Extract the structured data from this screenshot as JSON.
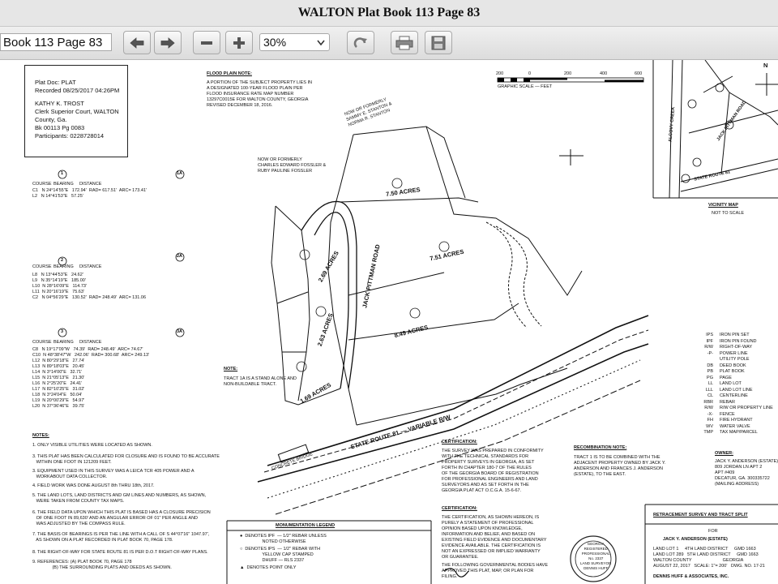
{
  "window": {
    "title": "WALTON Plat Book 113 Page 83"
  },
  "toolbar": {
    "doc_name": "Book 113 Page 83",
    "zoom": "30%",
    "buttons": [
      {
        "name": "previous-page-button",
        "icon": "arrow-left-icon"
      },
      {
        "name": "next-page-button",
        "icon": "arrow-right-icon"
      },
      {
        "name": "zoom-out-button",
        "icon": "minus-icon"
      },
      {
        "name": "zoom-in-button",
        "icon": "plus-icon"
      },
      {
        "name": "rotate-button",
        "icon": "rotate-icon"
      },
      {
        "name": "print-button",
        "icon": "printer-icon"
      },
      {
        "name": "save-button",
        "icon": "floppy-icon"
      }
    ]
  },
  "plat": {
    "header_box": {
      "line1": "Plat Doc: PLAT",
      "line2": "Recorded 08/25/2017 04:26PM",
      "line3": "KATHY K. TROST",
      "line4": "Clerk Superior Court, WALTON",
      "line5": "County, Ga.",
      "line6": "Bk 00113 Pg 0083",
      "line7": "Participants: 0228728014"
    },
    "flood_plain": {
      "title": "FLOOD PLAIN NOTE:",
      "text": "A PORTION OF THE SUBJECT PROPERTY LIES IN\nA DESIGNATED 100-YEAR FLOOD PLAIN PER\nFLOOD INSURANCE RATE MAP NUMBER\n13297C0015E FOR WALTON COUNTY, GEORGIA\nREVISED DECEMBER 18, 2016."
    },
    "scale": {
      "ticks": [
        "200",
        "0",
        "200",
        "400",
        "600"
      ],
      "caption": "GRAPHIC SCALE — FEET"
    },
    "tracts": {
      "t3": "7.50 ACRES",
      "t2": "7.51 ACRES",
      "t1": "8.49 ACRES",
      "t3a": "2.69 ACRES",
      "t2a": "2.63 ACRES",
      "t1a": "1.69 ACRES"
    },
    "road_labels": {
      "state_route": "STATE ROUTE 81 — VARIABLE R/W",
      "jack_pittman": "JACK PITTMAN ROAD",
      "concrete_bridge": "CONCRETE BRIDGE",
      "fossler": "NOW OR FORMERLY\nCHARLES EDWARD FOSSLER &\nRUBY PAULINE FOSSLER",
      "hiltonsmith": "NOW OR FORMERLY\nSAMMY E. STANTON &\nNORMA R. STANTON"
    },
    "note_box": {
      "title": "NOTE:",
      "text": "TRACT 1A IS A STAND ALONE AND\nNON-BUILDABLE TRACT."
    },
    "vicinity": {
      "title": "VICINITY MAP",
      "sub": "NOT TO SCALE",
      "road1": "STATE ROUTE 81",
      "road2": "JACK PITTMAN ROAD",
      "road3": "ALCOVY CREEK",
      "north": "N"
    },
    "tables": [
      {
        "tract": "1",
        "rows": [
          "C1   N 24°14'55\"E   172.94'  RAD= 617.51'  ARC= 173.41'",
          "L2   N 14°41'53\"E   57.25'"
        ]
      },
      {
        "tract": "2",
        "rows": [
          "L8   N 13°44'53\"E   24.62'",
          "L9   N 35°14'19\"E   185.00'",
          "L10  N 28°16'09\"E   114.73'",
          "L11  N 20°16'19\"E   75.63'",
          "C2   N 04°56'29\"E   130.52'  RAD= 248.49'  ARC= 131.06"
        ]
      },
      {
        "tract": "3",
        "rows": [
          "C8   N 19°17'09\"W   74.39'  RAD= 248.49'  ARC= 74.67'",
          "C10  N 48°38'47\"W   242.06'  RAD= 300.68'  ARC= 249.13'",
          "L12  N 80°29'18\"E   27.74'",
          "L13  N 89°18'03\"E   20.45'",
          "L14  N 3°14'00\"E   32.71'",
          "L15  N 21°05'13\"E   21.30'",
          "L16  N 2°25'20\"E   24.41'",
          "L17  N 82°10'25\"E   31.02'",
          "L18  N 3°24'04\"E   50.04'",
          "L19  N 20°00'29\"E   54.97'",
          "L20  N 37°36'46\"E   39.75'"
        ]
      }
    ],
    "table_headers": [
      "COURSE",
      "BEARING",
      "DISTANCE"
    ],
    "tract_labels": [
      "1",
      "1A",
      "2",
      "2A",
      "3",
      "3A"
    ],
    "notes": {
      "title": "NOTES:",
      "items": [
        "1. ONLY VISIBLE UTILITIES WERE LOCATED AS SHOWN.",
        "3. THIS PLAT HAS BEEN CALCULATED FOR CLOSURE AND IS FOUND TO BE ACCURATE\n   WITHIN ONE FOOT IN 121209 FEET.",
        "3. EQUIPMENT USED IN THIS SURVEY WAS A LEICA TCR 405 POWER AND A\n   WORKABOUT DATA COLLECTOR.",
        "4. FIELD WORK WAS DONE AUGUST 8th THRU 18th, 2017.",
        "5. THE LAND LOTS, LAND DISTRICTS AND GM LINES AND NUMBERS, AS SHOWN,\n   WERE TAKEN FROM COUNTY TAX MAPS.",
        "6. THE FIELD DATA UPON WHICH THIS PLAT IS BASED HAS A CLOSURE PRECISION\n   OF ONE FOOT IN 89,630' AND AN ANGULAR ERROR OF 01\" PER ANGLE AND\n   WAS ADJUSTED BY THE COMPASS RULE.",
        "7. THE BASIS OF BEARINGS IS PER THE LINE WITH A CALL OF S 44°07'16\" 1047.97',\n   AS SHOWN ON A PLAT RECORDED IN PLAT BOOK 70, PAGE 178.",
        "8. THE RIGHT-OF-WAY FOR STATE ROUTE 81 IS PER D.O.T RIGHT-OF-WAY PLANS.",
        "9. REFERENCES: (A) PLAT BOOK 70, PAGE 178\n                (B) THE SURROUNDING PLATS AND DEEDS AS SHOWN."
      ]
    },
    "monumentation": {
      "title": "MONUMENTATION LEGEND",
      "items": [
        "●  DENOTES IPF  — 1/2\" REBAR UNLESS\n                  NOTED OTHERWISE",
        "○  DENOTES IPS  — 1/2\" REBAR WITH\n                  YELLOW CAP STAMPED\n                  DHUFF — RLS 2337",
        "▲  DENOTES POINT ONLY"
      ]
    },
    "certification1": {
      "title": "CERTIFICATION:",
      "text": "THE SURVEY WAS PREPARED IN CONFORMITY\nWITH THE TECHNICAL STANDARDS FOR\nPROPERTY SURVEYS IN GEORGIA, AS SET\nFORTH IN CHAPTER 180-7 OF THE RULES\nOF THE GEORGIA BOARD OF REGISTRATION\nFOR PROFESSIONAL ENGINEERS AND LAND\nSURVEYORS AND AS SET FORTH IN THE\nGEORGIA PLAT ACT O.C.G.A. 15-6-67."
    },
    "certification2": {
      "title": "CERTIFICATION:",
      "text": "THE CERTIFICATION, AS SHOWN HEREON, IS\nPURELY A STATEMENT OF PROFESSIONAL\nOPINION BASED UPON KNOWLEDGE,\nINFORMATION AND BELIEF, AND BASED ON\nEXISTING FIELD EVIDENCE AND DOCUMENTARY\nEVIDENCE AVAILABLE. THE CERTIFICATION IS\nNOT AN EXPRESSED OR IMPLIED WARRANTY\nOR GUARANTEE.",
      "footer": "THE FOLLOWING GOVERNMENTAL BODIES HAVE\nAPPROVED THIS PLAT, MAP, OR PLAN FOR\nFILING."
    },
    "recombination": {
      "title": "RECOMBINATION NOTE:",
      "text": "TRACT 1 IS TO BE COMBINED WITH THE\nADJACENT PROPERTY OWNED BY JACK Y.\nANDERSON AND FRANCES J. ANDERSON\n(ESTATE), TO THE EAST."
    },
    "owner": {
      "title": "OWNER:",
      "text": "JACK Y. ANDERSON (ESTATE)\n809 JORDAN LN APT 2\nAPT #409\nDECATUR, GA. 300335722\n(MAILING ADDRESS)"
    },
    "legend": [
      [
        "IPS",
        "IRON PIN SET"
      ],
      [
        "IPF",
        "IRON PIN FOUND"
      ],
      [
        "R/W",
        "RIGHT-OF-WAY"
      ],
      [
        "-P-",
        "POWER LINE"
      ],
      [
        "  ",
        "UTILITY POLE"
      ],
      [
        "DB",
        "DEED BOOK"
      ],
      [
        "PB",
        "PLAT BOOK"
      ],
      [
        "PG",
        "PAGE"
      ],
      [
        "LL",
        "LAND LOT"
      ],
      [
        "LLL",
        "LAND LOT LINE"
      ],
      [
        "CL",
        "CENTERLINE"
      ],
      [
        "RBR",
        "REBAR"
      ],
      [
        "R/W",
        "R/W OR PROPERTY LINE"
      ],
      [
        "-X-",
        "FENCE"
      ],
      [
        "FH",
        "FIRE HYDRANT"
      ],
      [
        "WV",
        "WATER VALVE"
      ],
      [
        "TMP",
        "TAX MAP/PARCEL"
      ]
    ],
    "title_block": {
      "title": "RETRACEMENT SURVEY AND TRACT SPLIT",
      "for": "FOR",
      "client": "JACK Y. ANDERSON (ESTATE)",
      "row1": "LAND LOT 1     4TH LAND DISTRICT     GMD 1663",
      "row2": "LAND LOT 289   5TH LAND DISTRICT     GMD 1663",
      "row3": "WALTON COUNTY                         GEORGIA",
      "row4": "AUGUST 22, 2017   SCALE: 1\"= 200'   DWG. NO. 17-21",
      "footer": "DENNIS HUFF & ASSOCIATES, INC."
    },
    "seal": {
      "text": "GEORGIA\nREGISTERED\nPROFESSIONAL\nNo. 2337\nLAND SURVEYOR\nDENNIS HUFF"
    }
  }
}
